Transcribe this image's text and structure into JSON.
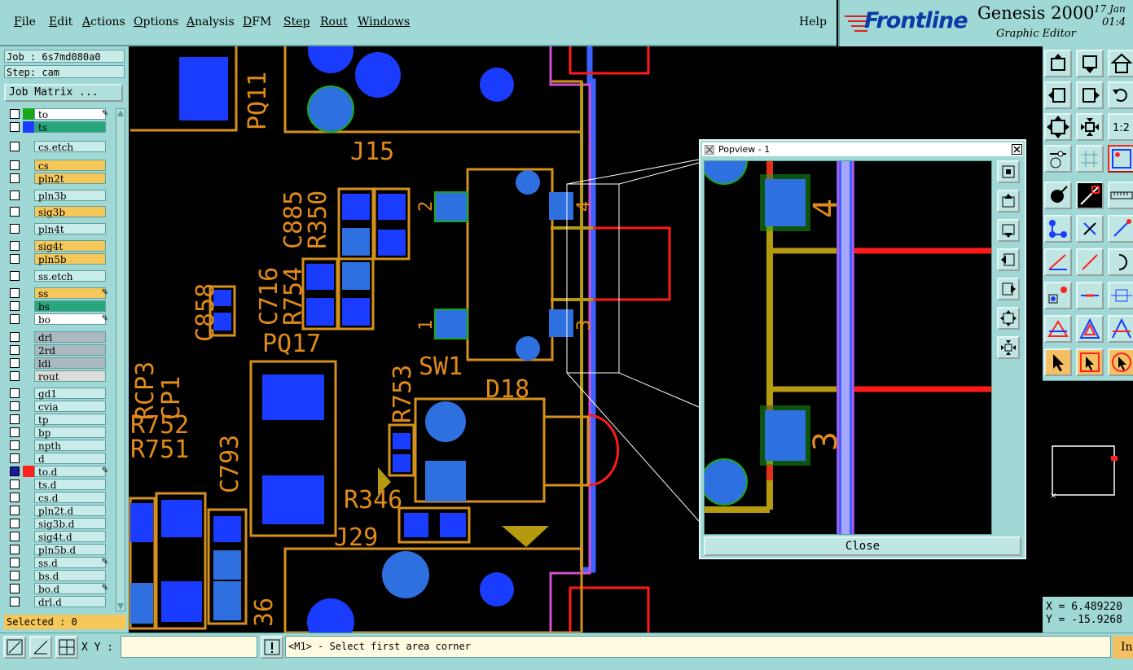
{
  "menu": {
    "items": [
      "File",
      "Edit",
      "Actions",
      "Options",
      "Analysis",
      "DFM",
      "Step",
      "Rout",
      "Windows"
    ],
    "help": "Help"
  },
  "brand": {
    "logo_text": "Frontline",
    "product": "Genesis 2000",
    "subtitle": "Graphic Editor",
    "date": "17 Jan",
    "time": "01:4"
  },
  "job": {
    "job_line": "Job : 6s7md080a0",
    "step_line": "Step: cam",
    "matrix_button": "Job Matrix ..."
  },
  "layers": [
    {
      "name": "to",
      "color": "#ffffff",
      "swatch": "#1aa71a",
      "icon": true
    },
    {
      "name": "ts",
      "color": "#2aa67d",
      "swatch": "#1a3cff",
      "icon": false
    },
    {
      "name": "cs.etch",
      "color": "#c8ecea",
      "swatch": "",
      "icon": false
    },
    {
      "name": "cs",
      "color": "#f6c85a",
      "swatch": "",
      "icon": false
    },
    {
      "name": "pln2t",
      "color": "#f6c85a",
      "swatch": "",
      "icon": false
    },
    {
      "name": "pln3b",
      "color": "#c8ecea",
      "swatch": "",
      "icon": false
    },
    {
      "name": "sig3b",
      "color": "#f6c85a",
      "swatch": "",
      "icon": false
    },
    {
      "name": "pln4t",
      "color": "#c8ecea",
      "swatch": "",
      "icon": false
    },
    {
      "name": "sig4t",
      "color": "#f6c85a",
      "swatch": "",
      "icon": false
    },
    {
      "name": "pln5b",
      "color": "#f6c85a",
      "swatch": "",
      "icon": false
    },
    {
      "name": "ss.etch",
      "color": "#c8ecea",
      "swatch": "",
      "icon": false
    },
    {
      "name": "ss",
      "color": "#f6c85a",
      "swatch": "",
      "icon": true
    },
    {
      "name": "bs",
      "color": "#2aa67d",
      "swatch": "",
      "icon": false
    },
    {
      "name": "bo",
      "color": "#ffffff",
      "swatch": "",
      "icon": true
    },
    {
      "name": "drl",
      "color": "#a9b9bf",
      "swatch": "",
      "icon": false
    },
    {
      "name": "2rd",
      "color": "#a9b9bf",
      "swatch": "",
      "icon": false
    },
    {
      "name": "ldi",
      "color": "#a9b9bf",
      "swatch": "",
      "icon": false
    },
    {
      "name": "rout",
      "color": "#dcdcdc",
      "swatch": "",
      "icon": false
    },
    {
      "name": "gd1",
      "color": "#c8ecea",
      "swatch": "",
      "icon": false
    },
    {
      "name": "cvia",
      "color": "#c8ecea",
      "swatch": "",
      "icon": false
    },
    {
      "name": "tp",
      "color": "#c8ecea",
      "swatch": "",
      "icon": false
    },
    {
      "name": "bp",
      "color": "#c8ecea",
      "swatch": "",
      "icon": false
    },
    {
      "name": "npth",
      "color": "#c8ecea",
      "swatch": "",
      "icon": false
    },
    {
      "name": "d",
      "color": "#c8ecea",
      "swatch": "",
      "icon": false
    },
    {
      "name": "to.d",
      "color": "#c8ecea",
      "swatch": "#ff2020",
      "icon": true
    },
    {
      "name": "ts.d",
      "color": "#c8ecea",
      "swatch": "",
      "icon": false
    },
    {
      "name": "cs.d",
      "color": "#c8ecea",
      "swatch": "",
      "icon": false
    },
    {
      "name": "pln2t.d",
      "color": "#c8ecea",
      "swatch": "",
      "icon": false
    },
    {
      "name": "sig3b.d",
      "color": "#c8ecea",
      "swatch": "",
      "icon": false
    },
    {
      "name": "sig4t.d",
      "color": "#c8ecea",
      "swatch": "",
      "icon": false
    },
    {
      "name": "pln5b.d",
      "color": "#c8ecea",
      "swatch": "",
      "icon": false
    },
    {
      "name": "ss.d",
      "color": "#c8ecea",
      "swatch": "",
      "icon": true
    },
    {
      "name": "bs.d",
      "color": "#c8ecea",
      "swatch": "",
      "icon": false
    },
    {
      "name": "bo.d",
      "color": "#c8ecea",
      "swatch": "",
      "icon": true
    },
    {
      "name": "drl.d",
      "color": "#c8ecea",
      "swatch": "",
      "icon": false
    }
  ],
  "selected": "Selected : 0",
  "canvas_labels": {
    "pq11": "PQ11",
    "j15": "J15",
    "c885": "C885",
    "r350": "R350",
    "c716": "C716",
    "r754": "R754",
    "c858": "C858",
    "pq17": "PQ17",
    "sw1": "SW1",
    "r753": "R753",
    "d18": "D18",
    "rcp3": "RCP3",
    "cp1": "CP1",
    "r752": "R752",
    "r751": "R751",
    "c793": "C793",
    "r346": "R346",
    "j29": "J29",
    "n36": "36",
    "pin2": "2",
    "pin1": "1",
    "pin4": "4",
    "pin3": "3"
  },
  "popview": {
    "title": "Popview - 1",
    "close": "Close",
    "pin4": "4",
    "pin3": "3"
  },
  "coords": {
    "x": "X =  6.489220",
    "y": "Y = -15.9268"
  },
  "statusbar": {
    "xy_label": "X Y :",
    "xy_value": "",
    "prompt": "<M1> - Select first area corner",
    "in_label": "In"
  },
  "colors": {
    "panel": "#9fd8d4",
    "pad_blue": "#1a3cff",
    "outline_orange": "#e08a1a",
    "trace_red": "#ff1a1a",
    "trace_olive": "#b59a10"
  }
}
